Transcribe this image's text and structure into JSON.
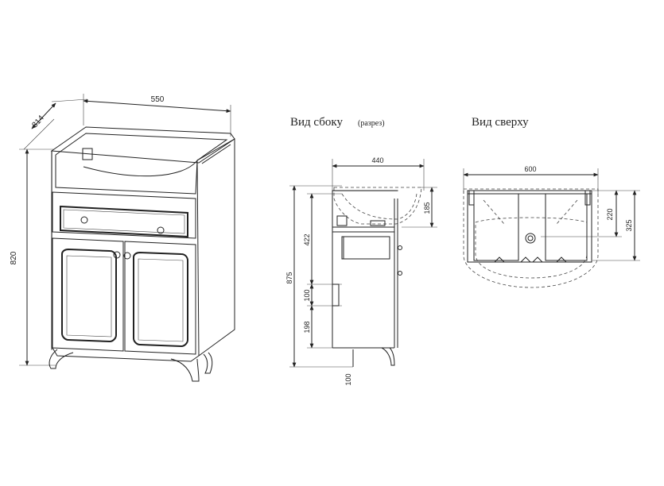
{
  "front_view": {
    "width_dim": "550",
    "depth_dim": "314",
    "height_dim": "820"
  },
  "side_view": {
    "title": "Вид сбоку",
    "subtitle": "(разрез)",
    "depth_dim": "440",
    "basin_dim": "185",
    "total_height_dim": "875",
    "upper_dim": "422",
    "mid_dim": "100",
    "lower_dim": "198",
    "legs_dim": "100"
  },
  "top_view": {
    "title": "Вид сверху",
    "width_dim": "600",
    "inner_depth_dim": "220",
    "outer_depth_dim": "325"
  }
}
